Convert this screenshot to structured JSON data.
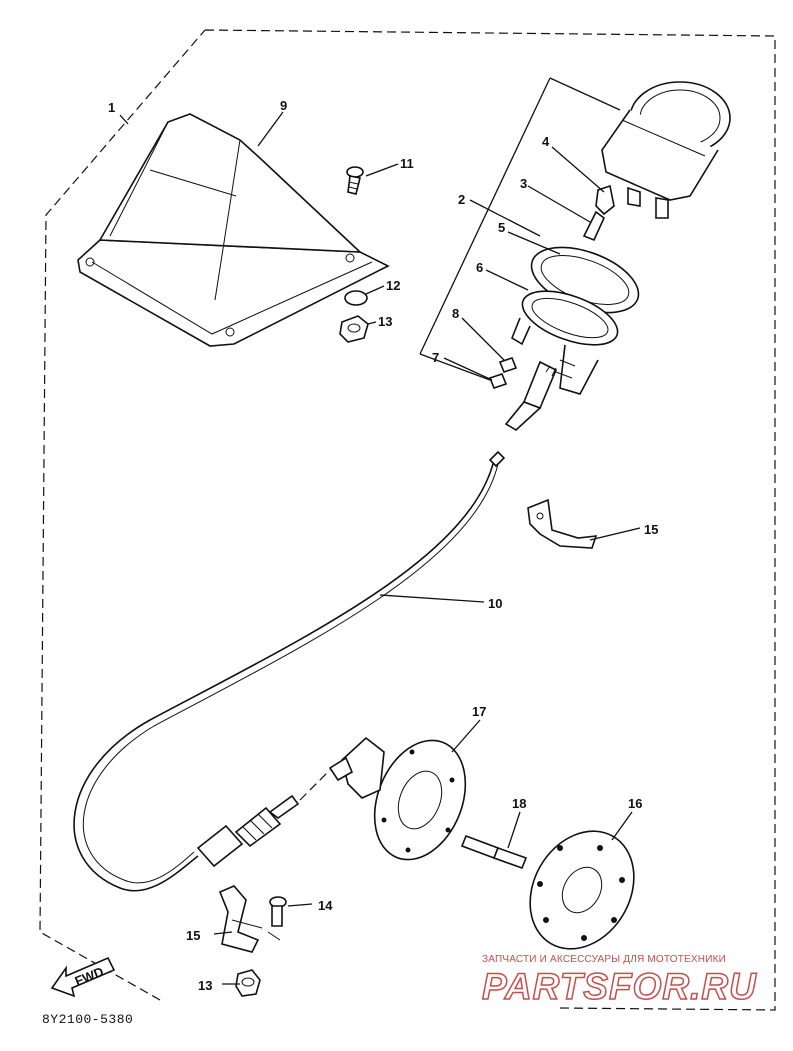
{
  "diagram": {
    "callouts": {
      "c1": "1",
      "c2": "2",
      "c3": "3",
      "c4": "4",
      "c5": "5",
      "c6": "6",
      "c7": "7",
      "c8": "8",
      "c9": "9",
      "c10": "10",
      "c11": "11",
      "c12": "12",
      "c13a": "13",
      "c13b": "13",
      "c14": "14",
      "c15a": "15",
      "c15b": "15",
      "c16": "16",
      "c17": "17",
      "c18": "18"
    },
    "fwd_label": "FWD",
    "drawing_code": "8Y2100-5380"
  },
  "watermark": {
    "subtitle": "ЗАПЧАСТИ И АКСЕССУАРЫ ДЛЯ МОТОТЕХНИКИ",
    "logo_text": "PARTSFOR.RU",
    "color": "#c94c4c"
  }
}
